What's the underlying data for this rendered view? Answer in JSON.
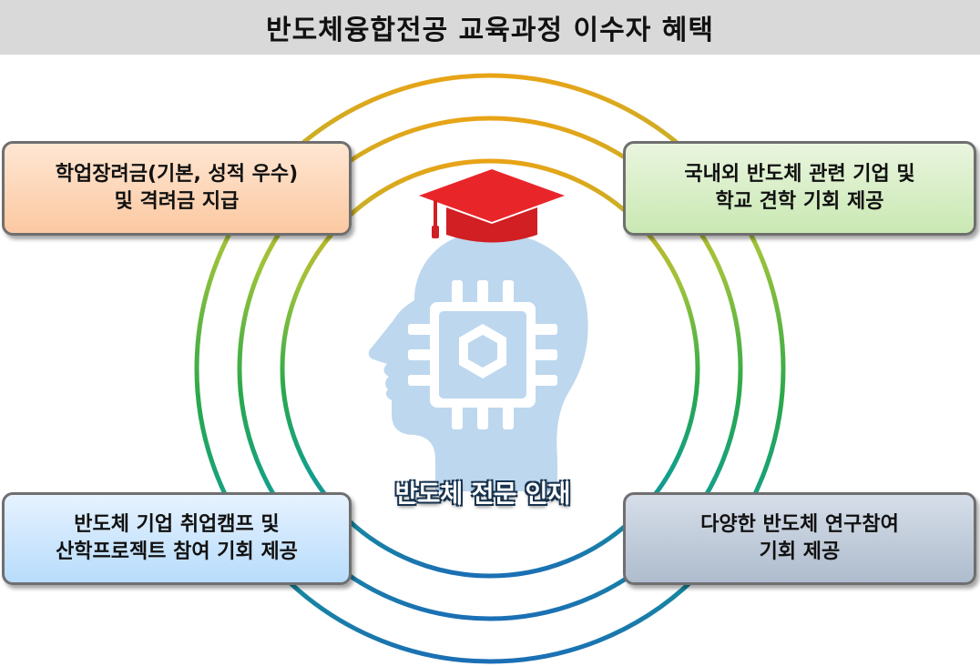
{
  "header": {
    "title": "반도체융합전공 교육과정 이수자 혜택"
  },
  "center": {
    "label": "반도체 전문 인재",
    "icons": [
      "head-silhouette-icon",
      "chip-icon",
      "graduation-cap-icon"
    ]
  },
  "benefits": {
    "top_left": {
      "line1": "학업장려금(기본, 성적 우수)",
      "line2": "및 격려금 지급"
    },
    "top_right": {
      "line1": "국내외 반도체 관련 기업 및",
      "line2": "학교 견학 기회 제공"
    },
    "bottom_left": {
      "line1": "반도체 기업 취업캠프 및",
      "line2": "산학프로젝트 참여 기회 제공"
    },
    "bottom_right": {
      "line1": "다양한 반도체 연구참여",
      "line2": "기회 제공"
    }
  },
  "colors": {
    "ring_top": "#e8a317",
    "ring_middle": "#2aa84a",
    "ring_bottom": "#1b6fb5",
    "head": "#bdd7ee",
    "chip": "#ffffff",
    "cap": "#e8262a"
  }
}
